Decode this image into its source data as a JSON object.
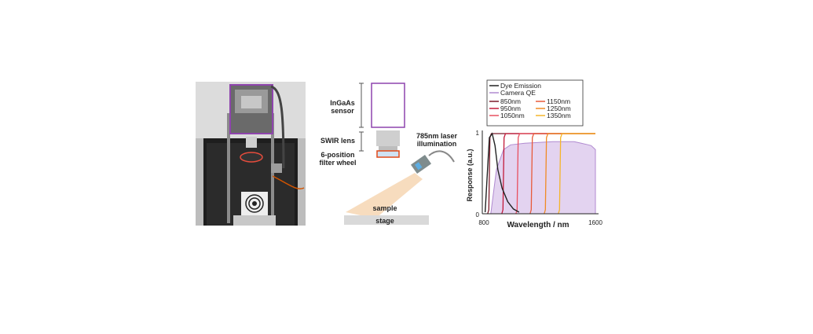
{
  "schematic": {
    "sensor_label": "InGaAs\nsensor",
    "lens_label": "SWIR lens",
    "wheel_label": "6-position\nfilter wheel",
    "laser_label": "785nm laser\nillumination",
    "sample_label": "sample",
    "stage_label": "stage"
  },
  "chart_data": {
    "type": "line",
    "xlabel": "Wavelength / nm",
    "ylabel": "Response (a.u.)",
    "xlim": [
      800,
      1600
    ],
    "ylim": [
      0,
      1
    ],
    "x_ticks": [
      "800",
      "1600"
    ],
    "y_ticks": [
      "0",
      "1"
    ],
    "legend_position": "top-left",
    "series": [
      {
        "name": "Dye Emission",
        "color": "#222222",
        "x": [
          820,
          850,
          870,
          890,
          910,
          940,
          980,
          1020,
          1060
        ],
        "y": [
          0.02,
          0.95,
          1.0,
          0.85,
          0.55,
          0.32,
          0.15,
          0.06,
          0.02
        ]
      },
      {
        "name": "Camera QE",
        "color": "#b08ad0",
        "fill": "#e3d3f0",
        "x": [
          860,
          900,
          950,
          1000,
          1100,
          1200,
          1300,
          1400,
          1450,
          1500,
          1550,
          1570,
          1600
        ],
        "y": [
          0.0,
          0.55,
          0.8,
          0.86,
          0.88,
          0.89,
          0.9,
          0.9,
          0.9,
          0.88,
          0.86,
          0.85,
          0.8
        ]
      },
      {
        "name": "850nm",
        "color": "#7a1a2a",
        "edge": 850
      },
      {
        "name": "950nm",
        "color": "#c21a3a",
        "edge": 950
      },
      {
        "name": "1050nm",
        "color": "#e8505f",
        "edge": 1050
      },
      {
        "name": "1150nm",
        "color": "#e85a3a",
        "edge": 1150
      },
      {
        "name": "1250nm",
        "color": "#f08a24",
        "edge": 1250
      },
      {
        "name": "1350nm",
        "color": "#f5b52a",
        "edge": 1350
      }
    ]
  }
}
